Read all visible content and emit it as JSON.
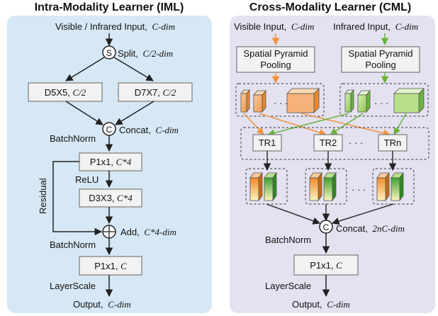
{
  "iml": {
    "title": "Intra-Modality Learner (IML)",
    "input": "Visible / Infrared Input,",
    "input_dim": "C-dim",
    "split_symbol": "S",
    "split": "Split,",
    "split_dim": "C/2-dim",
    "d5": "D5X5,",
    "d5_dim": "C/2",
    "d7": "D7X7,",
    "d7_dim": "C/2",
    "concat_symbol": "C",
    "concat": "Concat,",
    "concat_dim": "C-dim",
    "batchnorm1": "BatchNorm",
    "p1a": "P1x1,",
    "p1a_dim": "C*4",
    "relu": "ReLU",
    "d3": "D3X3,",
    "d3_dim": "C*4",
    "residual": "Residual",
    "add": "Add,",
    "add_dim": "C*4-dim",
    "batchnorm2": "BatchNorm",
    "p1b": "P1x1,",
    "p1b_dim": "C",
    "layerscale": "LayerScale",
    "output": "Output,",
    "output_dim": "C-dim"
  },
  "cml": {
    "title": "Cross-Modality Learner (CML)",
    "visible_input": "Visible Input,",
    "visible_dim": "C-dim",
    "infrared_input": "Infrared Input,",
    "infrared_dim": "C-dim",
    "spp_left_l1": "Spatial Pyramid",
    "spp_left_l2": "Pooling",
    "spp_right_l1": "Spatial Pyramid",
    "spp_right_l2": "Pooling",
    "dots": "· · ·",
    "tr1": "TR1",
    "tr2": "TR2",
    "trn": "TRn",
    "concat_symbol": "C",
    "concat": "Concat,",
    "concat_dim": "2nC-dim",
    "batchnorm": "BatchNorm",
    "p1": "P1x1,",
    "p1_dim": "C",
    "layerscale": "LayerScale",
    "output": "Output,",
    "output_dim": "C-dim"
  },
  "colors": {
    "iml_bg": "#d6e8f5",
    "cml_bg": "#e4e1f0",
    "visible": "#f0943a",
    "infrared": "#6cb33f",
    "box_fill": "#f2f2f2",
    "box_stroke": "#7a7a7a"
  }
}
